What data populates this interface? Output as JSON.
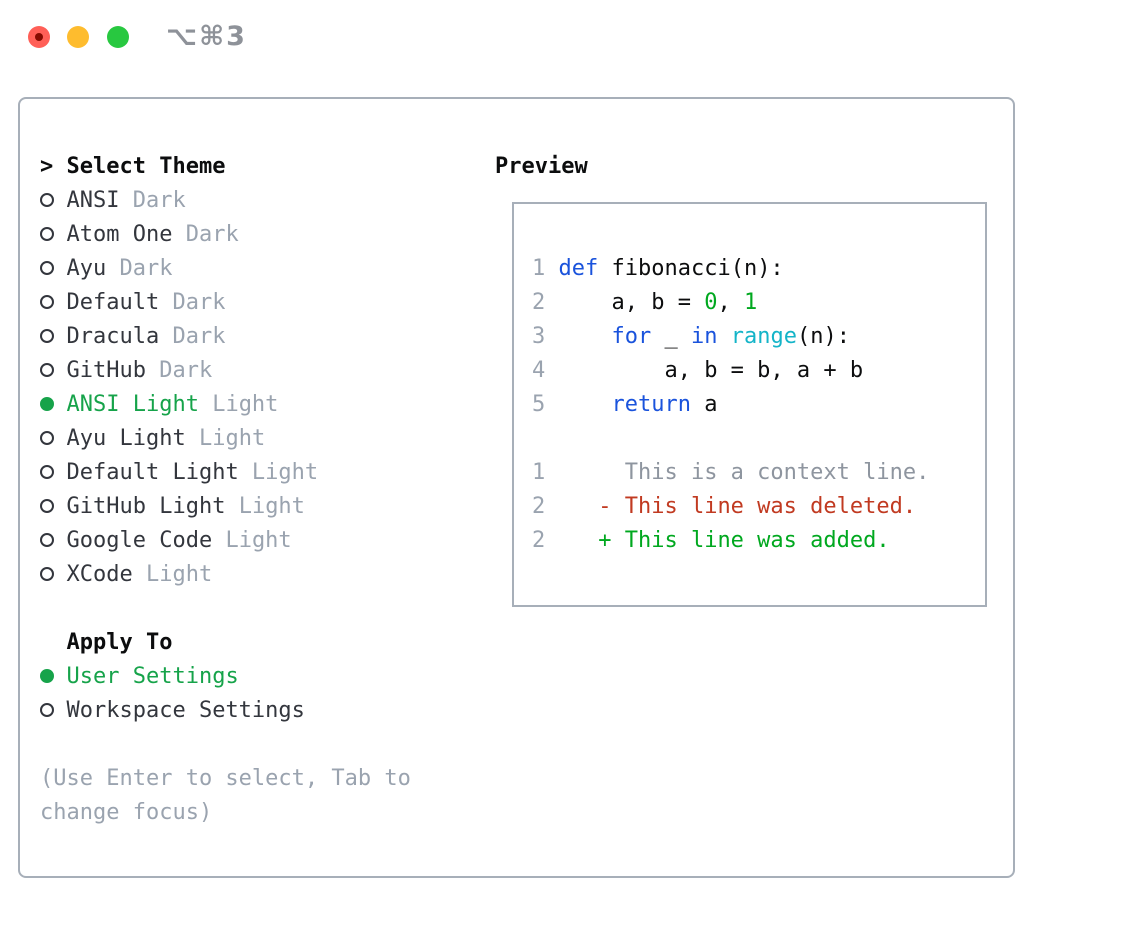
{
  "window": {
    "title_shortcut": "⌥⌘3",
    "traffic_lights": [
      {
        "name": "close",
        "color": "#ff5f57"
      },
      {
        "name": "minimize",
        "color": "#febc2e"
      },
      {
        "name": "zoom",
        "color": "#28c840"
      }
    ]
  },
  "theme_panel": {
    "header_marker": ">",
    "header": "Select Theme",
    "themes": [
      {
        "name": "ANSI",
        "variant": "Dark",
        "selected": false
      },
      {
        "name": "Atom One",
        "variant": "Dark",
        "selected": false
      },
      {
        "name": "Ayu",
        "variant": "Dark",
        "selected": false
      },
      {
        "name": "Default",
        "variant": "Dark",
        "selected": false
      },
      {
        "name": "Dracula",
        "variant": "Dark",
        "selected": false
      },
      {
        "name": "GitHub",
        "variant": "Dark",
        "selected": false
      },
      {
        "name": "ANSI Light",
        "variant": "Light",
        "selected": true
      },
      {
        "name": "Ayu Light",
        "variant": "Light",
        "selected": false
      },
      {
        "name": "Default Light",
        "variant": "Light",
        "selected": false
      },
      {
        "name": "GitHub Light",
        "variant": "Light",
        "selected": false
      },
      {
        "name": "Google Code",
        "variant": "Light",
        "selected": false
      },
      {
        "name": "XCode",
        "variant": "Light",
        "selected": false
      }
    ],
    "apply_to": {
      "header": "Apply To",
      "options": [
        {
          "label": "User Settings",
          "selected": true
        },
        {
          "label": "Workspace Settings",
          "selected": false
        }
      ]
    },
    "hint": "(Use Enter to select, Tab to change focus)"
  },
  "preview": {
    "header": "Preview",
    "lines": [
      {
        "n": "1",
        "tokens": [
          {
            "c": "kw",
            "t": "def"
          },
          {
            "c": "p",
            "t": " fibonacci(n):"
          }
        ]
      },
      {
        "n": "2",
        "tokens": [
          {
            "c": "p",
            "t": "    a, b = "
          },
          {
            "c": "num",
            "t": "0"
          },
          {
            "c": "p",
            "t": ", "
          },
          {
            "c": "num",
            "t": "1"
          }
        ]
      },
      {
        "n": "3",
        "tokens": [
          {
            "c": "p",
            "t": "    "
          },
          {
            "c": "kw",
            "t": "for"
          },
          {
            "c": "p",
            "t": " _ "
          },
          {
            "c": "kw",
            "t": "in"
          },
          {
            "c": "p",
            "t": " "
          },
          {
            "c": "fn",
            "t": "range"
          },
          {
            "c": "p",
            "t": "(n):"
          }
        ]
      },
      {
        "n": "4",
        "tokens": [
          {
            "c": "p",
            "t": "        a, b = b, a + b"
          }
        ]
      },
      {
        "n": "5",
        "tokens": [
          {
            "c": "p",
            "t": "    "
          },
          {
            "c": "kw",
            "t": "return"
          },
          {
            "c": "p",
            "t": " a"
          }
        ]
      },
      {
        "n": "",
        "tokens": []
      },
      {
        "n": "1",
        "tokens": [
          {
            "c": "ctx",
            "t": "     This is a context line."
          }
        ]
      },
      {
        "n": "2",
        "tokens": [
          {
            "c": "del",
            "t": "   - This line was deleted."
          }
        ]
      },
      {
        "n": "2",
        "tokens": [
          {
            "c": "add",
            "t": "   + This line was added."
          }
        ]
      }
    ]
  },
  "colors": {
    "accent_green": "#16a34a",
    "syntax_green": "#00a81f",
    "syntax_blue": "#1a53dc",
    "syntax_cyan": "#14b4c8",
    "diff_red": "#c13a21",
    "text_gray": "#9aa3af",
    "border_gray": "#a7afb9"
  }
}
